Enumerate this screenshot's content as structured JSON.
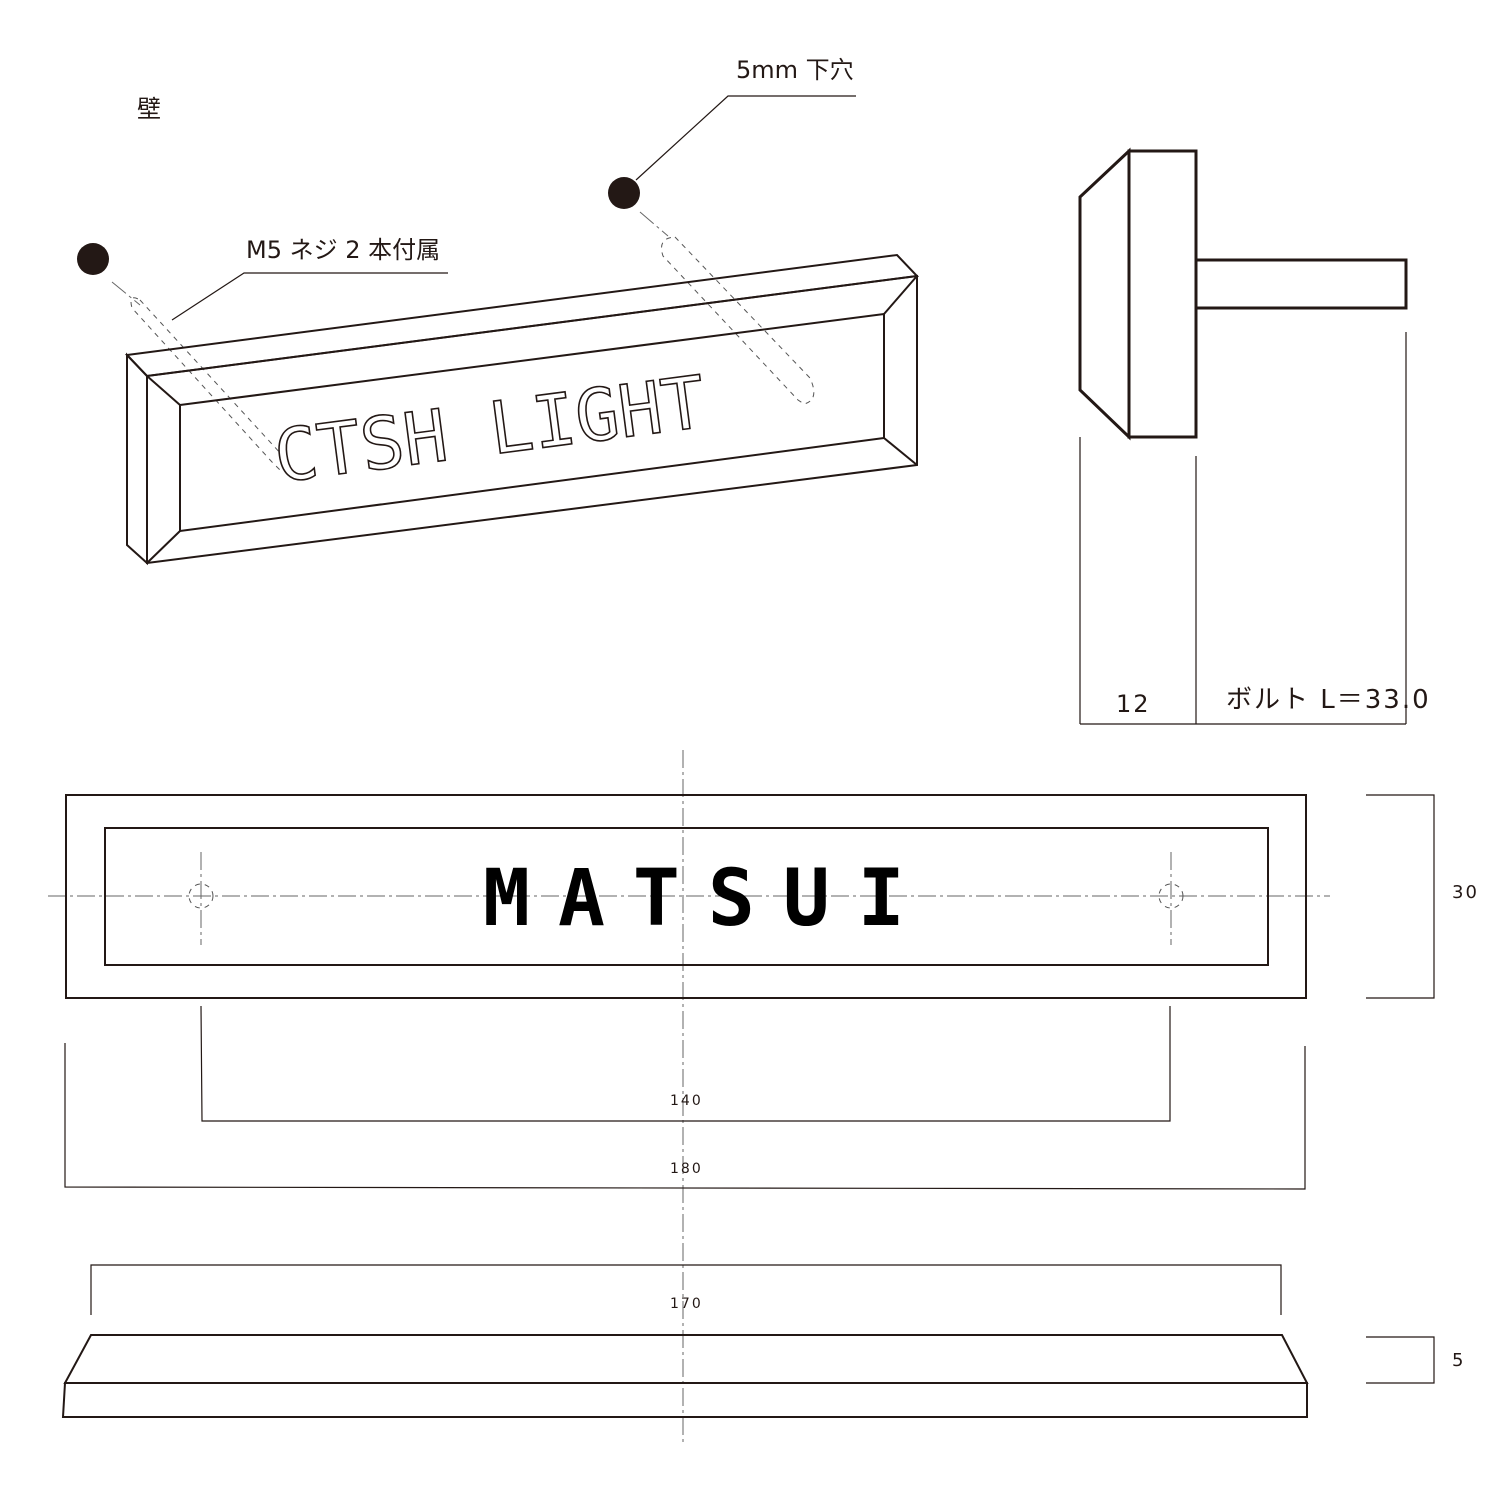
{
  "labels": {
    "wall": "壁",
    "pilot_hole": "5mm 下穴",
    "screws": "M5 ネジ 2 本付属",
    "bolt_length": "ボルト L＝33.0"
  },
  "plate": {
    "iso_text": "CTSH LIGHT",
    "front_text": "MATSUI"
  },
  "dimensions": {
    "side_thickness": "12",
    "height": "30",
    "hole_spacing": "140",
    "total_width": "180",
    "base_width": "170",
    "base_thickness": "5"
  },
  "colors": {
    "line": "#231815",
    "dot": "#231815"
  }
}
